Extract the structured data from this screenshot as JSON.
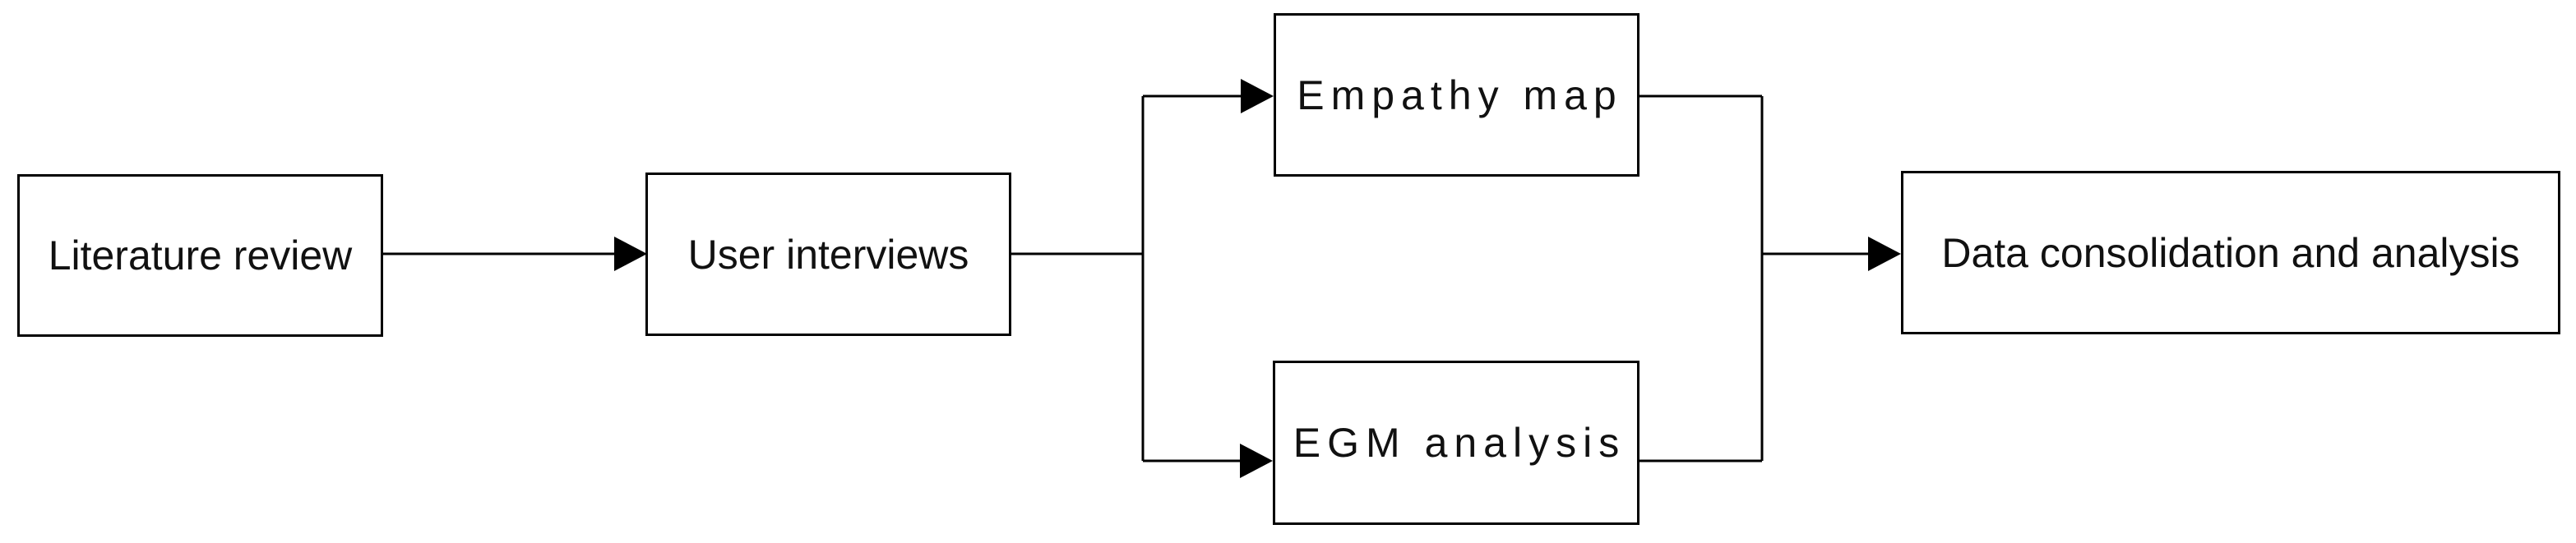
{
  "diagram": {
    "type": "flowchart",
    "background_color": "#ffffff",
    "stroke_color": "#000000",
    "text_color": "#111111",
    "nodes": [
      {
        "id": "literature-review",
        "label": "Literature review"
      },
      {
        "id": "user-interviews",
        "label": "User interviews"
      },
      {
        "id": "empathy-map",
        "label": "Empathy map"
      },
      {
        "id": "egm-analysis",
        "label": "EGM analysis"
      },
      {
        "id": "data-consolidation",
        "label": "Data consolidation and analysis"
      }
    ],
    "edges": [
      {
        "from": "literature-review",
        "to": "user-interviews",
        "arrow": true
      },
      {
        "from": "user-interviews",
        "to": "empathy-map",
        "arrow": true
      },
      {
        "from": "user-interviews",
        "to": "egm-analysis",
        "arrow": true
      },
      {
        "from": "empathy-map",
        "to": "data-consolidation",
        "arrow": true
      },
      {
        "from": "egm-analysis",
        "to": "data-consolidation",
        "arrow": true
      }
    ]
  }
}
